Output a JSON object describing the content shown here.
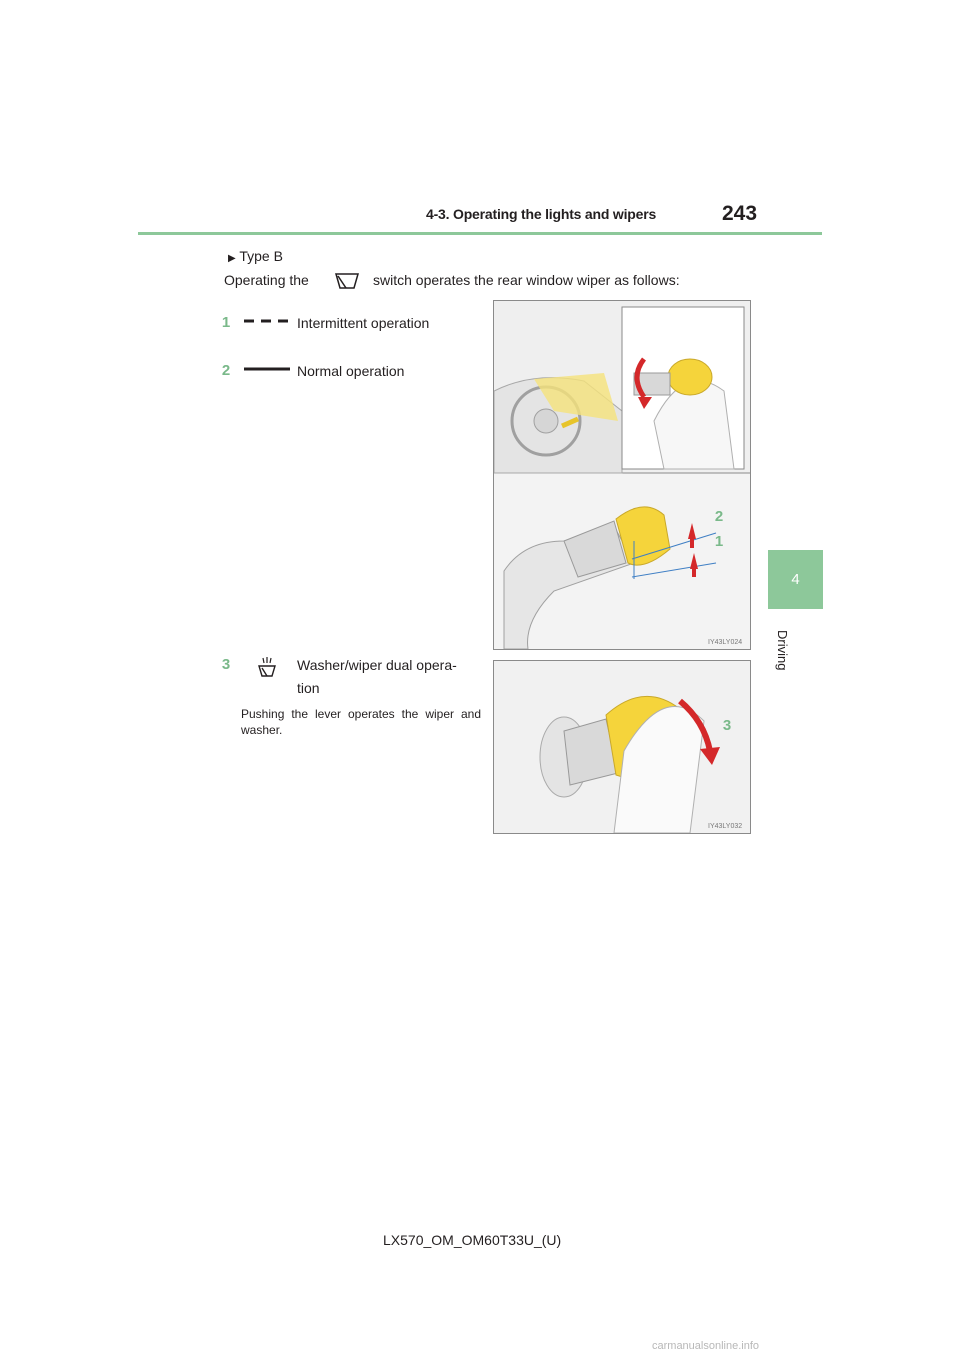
{
  "header": {
    "section_title": "4-3. Operating the lights and wipers",
    "page_number": "243"
  },
  "side_tab": {
    "chapter_number": "4",
    "chapter_label": "Driving"
  },
  "content": {
    "type_marker": "Type B",
    "intro_before_icon": "Operating the",
    "intro_after_icon": "switch operates the rear window wiper as follows:",
    "items": [
      {
        "number": "1",
        "label": "Intermittent operation"
      },
      {
        "number": "2",
        "label": "Normal operation"
      },
      {
        "number": "3",
        "label_line1": "Washer/wiper dual opera-",
        "label_line2": "tion",
        "description": "Pushing the lever operates the wiper and washer."
      }
    ]
  },
  "figures": [
    {
      "code": "IY43LY024",
      "callouts": [
        "2",
        "1"
      ]
    },
    {
      "code": "IY43LY032",
      "callouts": [
        "3"
      ]
    }
  ],
  "footer": {
    "model_code": "LX570_OM_OM60T33U_(U)",
    "watermark": "carmanualsonline.info"
  },
  "colors": {
    "accent_green": "#8dc89a",
    "knob_yellow": "#f5d43b",
    "arrow_red": "#d4282a"
  }
}
